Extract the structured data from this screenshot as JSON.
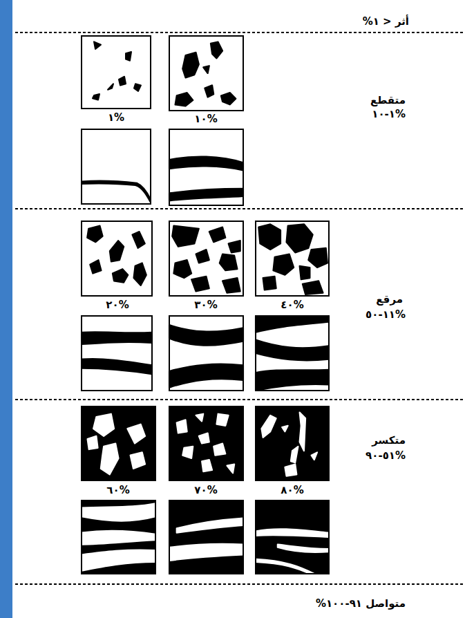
{
  "diagram": {
    "labels": [
      "أثر < ١%",
      "متقطع",
      "١-١٠%",
      "١%",
      "١٠%",
      "مرقع",
      "١١-٥٠%",
      "٢٠%",
      "٣٠%",
      "٤٠%",
      "متكسر",
      "٥١-٩٠%",
      "٦٠%",
      "٧٠%",
      "٨٠%",
      "متواصل ٩١-١٠٠%"
    ]
  }
}
